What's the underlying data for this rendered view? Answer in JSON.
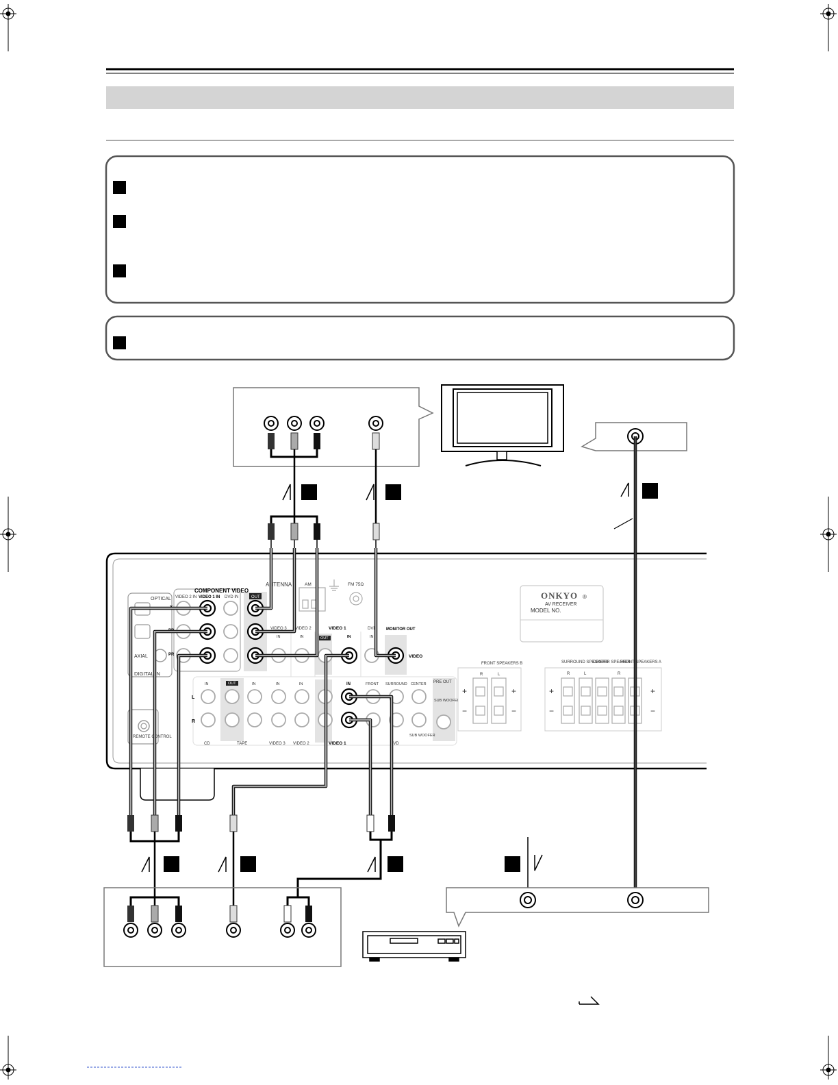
{
  "receiver_panel": {
    "brand": "ONKYO",
    "registered_mark": "®",
    "model_type": "AV RECEIVER",
    "model_no_label": "MODEL NO.",
    "labels": {
      "optical": "OPTICAL",
      "coaxial": "AXIAL",
      "digital_in": "DIGITAL IN",
      "remote_control": "REMOTE CONTROL",
      "component_video": "COMPONENT VIDEO",
      "video2_in": "VIDEO 2 IN",
      "video1_in": "VIDEO 1 IN",
      "dvd_in": "DVD IN",
      "out": "OUT",
      "y": "Y",
      "pb": "PB",
      "pr": "PR",
      "antenna": "ANTENNA",
      "am": "AM",
      "fm75": "FM 75Ω",
      "video3": "VIDEO 3",
      "video2": "VIDEO 2",
      "video1": "VIDEO 1",
      "dvd": "DVD",
      "in": "IN",
      "monitor_out": "MONITOR OUT",
      "video": "VIDEO",
      "front_speakers_b": "FRONT SPEAKERS B",
      "surround_speakers": "SURROUND SPEAKERS",
      "center_speaker": "CENTER SPEAKER",
      "front_speakers_a": "FRONT SPEAKERS A",
      "r": "R",
      "l": "L",
      "plus": "+",
      "minus": "−",
      "cd": "CD",
      "tape": "TAPE",
      "front": "FRONT",
      "surround": "SURROUND",
      "center": "CENTER",
      "sub_woofer": "SUB WOOFER",
      "pre_out": "PRE OUT"
    }
  }
}
